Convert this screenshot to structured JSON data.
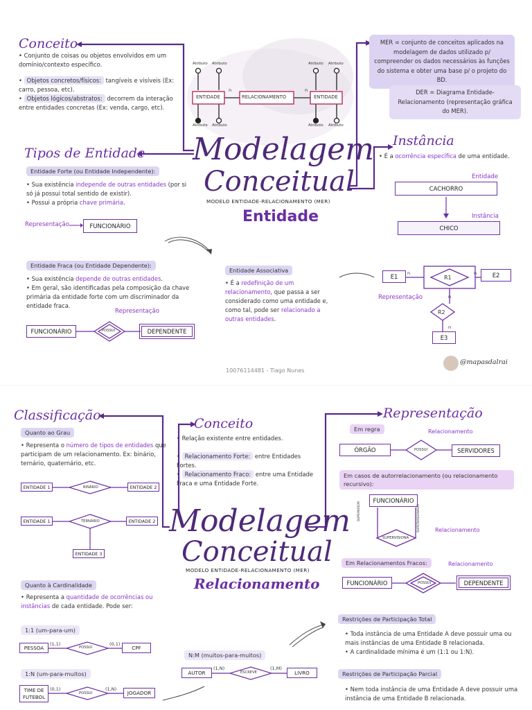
{
  "brand": {
    "accent": "#6a2fa3",
    "highlight": "#e6e1f5",
    "author": "@mapasdalrai",
    "watermark": "10076114481 - Tiago Nunes"
  },
  "top": {
    "title1": "Modelagem",
    "title2": "Conceitual",
    "subtitle": "MODELO ENTIDADE-RELACIONAMENTO (MER)",
    "topic": "Entidade",
    "conceito": {
      "heading": "Conceito",
      "p1": "Conjunto de coisas ou objetos envolvidos em um domínio/contexto específico.",
      "p2a": "Objetos concretos/físicos:",
      "p2b": " tangíveis e visíveis (Ex: carro, pessoa, etc).",
      "p3a": "Objetos lógicos/abstratos:",
      "p3b": " decorrem da interação entre entidades concretas (Ex: venda, cargo, etc)."
    },
    "diagram": {
      "atributo": "Atributo",
      "entidade": "ENTIDADE",
      "relacionamento": "RELACIONAMENTO",
      "n": "n"
    },
    "mer": {
      "def": "MER = conjunto de conceitos aplicados na modelagem de dados utilizado p/ compreender os dados necessários às funções do sistema e obter uma base p/ o projeto do BD.",
      "der": "DER = Diagrama Entidade-Relacionamento (representação gráfica do MER)."
    },
    "tipos": {
      "heading": "Tipos de Entidade",
      "forte_tag": "Entidade Forte (ou Entidade Independente):",
      "forte_1a": "Sua existência ",
      "forte_1b": "independe de outras entidades",
      "forte_1c": " (por si só já possui total sentido de existir).",
      "forte_2a": "Possui a própria ",
      "forte_2b": "chave primária",
      "forte_2c": ".",
      "representacao": "Representação",
      "funcionario": "FUNCIONÁRIO",
      "fraca_tag": "Entidade Fraca (ou Entidade Dependente):",
      "fraca_1a": "Sua existência ",
      "fraca_1b": "depende de outras entidades",
      "fraca_1c": ".",
      "fraca_2": "Em geral, são identificadas pela composição da chave primária da entidade forte com um discriminador da entidade fraca.",
      "fraca_rep": "Representação",
      "funcionario2": "FUNCIONÁRIO",
      "possui": "POSSUI",
      "dependente": "DEPENDENTE"
    },
    "instancia": {
      "heading": "Instância",
      "p1a": "É a ",
      "p1b": "ocorrência específica",
      "p1c": " de uma entidade.",
      "entidade_lbl": "Entidade",
      "cachorro": "CACHORRO",
      "instancia_lbl": "Instância",
      "chico": "CHICO"
    },
    "associativa": {
      "tag": "Entidade Associativa",
      "p1a": "É a ",
      "p1b": "redefinição de um relacionamento",
      "p1c": ", que passa a ser considerado como uma entidade e, como tal, pode ser ",
      "p1d": "relacionado a outras entidades",
      "p1e": ".",
      "e1": "E1",
      "r1": "R1",
      "e2": "E2",
      "r2": "R2",
      "e3": "E3",
      "n": "n",
      "representacao": "Representação"
    }
  },
  "bottom": {
    "title1": "Modelagem",
    "title2": "Conceitual",
    "subtitle": "MODELO ENTIDADE-RELACIONAMENTO (MER)",
    "topic": "Relacionamento",
    "classificacao": {
      "heading": "Classificação",
      "grau_tag": "Quanto ao Grau",
      "grau_1a": "Representa o ",
      "grau_1b": "número de tipos de entidades",
      "grau_1c": " que participam de um relacionamento. Ex: binário, ternário, quaternário, etc.",
      "entidade1": "ENTIDADE 1",
      "binario": "BINÁRIO",
      "entidade2": "ENTIDADE 2",
      "ternario": "TERNÁRIO",
      "entidade3": "ENTIDADE 3",
      "card_tag": "Quanto à Cardinalidade",
      "card_1a": "Representa a ",
      "card_1b": "quantidade de ocorrências ou instâncias",
      "card_1c": " de cada entidade. Pode ser:",
      "um_um": "1:1 (um-para-um)",
      "pessoa": "PESSOA",
      "possui": "POSSUI",
      "cpf": "CPF",
      "c01": "(0,1)",
      "c11": "(1,1)",
      "um_n": "1:N (um-para-muitos)",
      "time": "TIME DE FUTEBOL",
      "jogador": "JOGADOR",
      "c1n": "(1,N)",
      "c01b": "(0,1)",
      "n_m": "N:M (muitos-para-muitos)",
      "autor": "AUTOR",
      "escreve": "ESCREVE",
      "livro": "LIVRO",
      "c1na": "(1,N)",
      "c1nb": "(1,M)"
    },
    "conceito": {
      "heading": "Conceito",
      "p1": "Relação existente entre entidades.",
      "p2a": "Relacionamento Forte:",
      "p2b": " entre Entidades Fortes.",
      "p3a": "Relacionamento Fraco:",
      "p3b": " entre uma Entidade Fraca e uma Entidade Forte."
    },
    "representacao": {
      "heading": "Representação",
      "regra_tag": "Em regra",
      "orgao": "ÓRGÃO",
      "possui": "POSSUI",
      "servidores": "SERVIDORES",
      "rel_lbl": "Relacionamento",
      "auto_tag": "Em casos de autorrelacionamento (ou relacionamento recursivo):",
      "funcionario": "FUNCIONÁRIO",
      "supervisiona": "SUPERVISIONA",
      "supervisor": "SUPERVISOR",
      "supervisionado": "SUPERVISIONADO",
      "rel_lbl2": "Relacionamento",
      "fracos_tag": "Em Relacionamentos Fracos:",
      "funcionario2": "FUNCIONÁRIO",
      "possui2": "POSSUI",
      "dependente": "DEPENDENTE",
      "rel_lbl3": "Relacionamento"
    },
    "restricoes": {
      "total_tag": "Restrições de Participação Total",
      "total_1": "Toda instância de uma Entidade A deve possuir uma ou mais instâncias de uma Entidade B relacionada.",
      "total_2": "A cardinalidade mínima é um (1:1 ou 1:N).",
      "parcial_tag": "Restrições de Participação Parcial",
      "parcial_1": "Nem toda instância de uma Entidade A deve possuir uma instância de uma Entidade B relacionada."
    }
  }
}
